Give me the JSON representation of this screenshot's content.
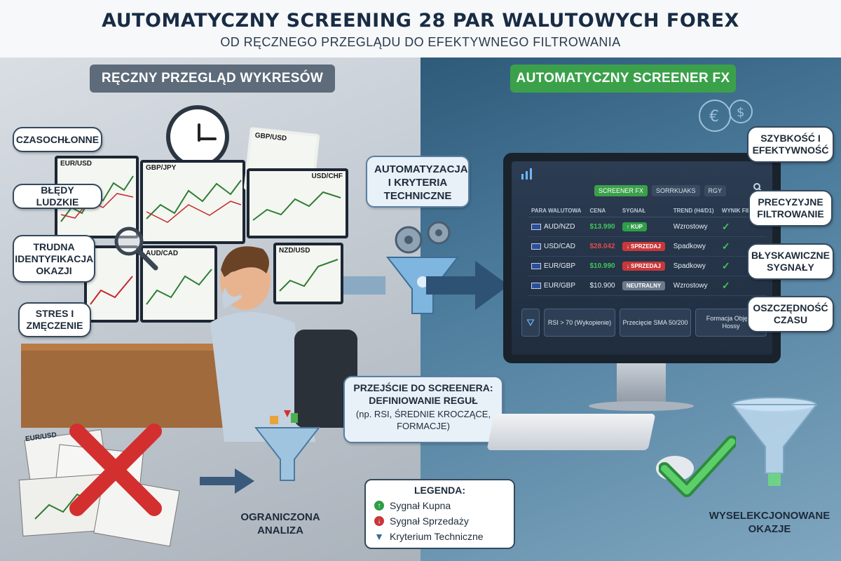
{
  "header": {
    "title": "AUTOMATYCZNY SCREENING 28 PAR WALUTOWYCH FOREX",
    "subtitle": "OD RĘCZNEGO PRZEGLĄDU DO EFEKTYWNEGO FILTROWANIA"
  },
  "left": {
    "title": "RĘCZNY PRZEGLĄD WYKRESÓW",
    "problems": [
      "CZASOCHŁONNE",
      "BŁĘDY LUDZKIE",
      "TRUDNA IDENTYFIKACJA OKAZJI",
      "STRES I ZMĘCZENIE"
    ],
    "monitors": [
      "EUR/USD",
      "GBP/JPY",
      "GBP/USD",
      "USD/CHF",
      "AUD/CAD",
      "NZD/USD"
    ],
    "paper_label": "EUR/USD",
    "bottom": "OGRANICZONA ANALIZA"
  },
  "center": {
    "automation": "AUTOMATYZACJA I KRYTERIA TECHNICZNE",
    "transition_title": "PRZEJŚCIE DO SCREENERA: DEFINIOWANIE REGUŁ",
    "transition_sub": "(np. RSI, ŚREDNIE KROCZĄCE, FORMACJE)"
  },
  "right": {
    "title": "AUTOMATYCZNY SCREENER FX",
    "benefits": [
      "SZYBKOŚĆ I EFEKTYWNOŚĆ",
      "PRECYZYJNE FILTROWANIE",
      "BŁYSKAWICZNE SYGNAŁY",
      "OSZCZĘDNOŚĆ CZASU"
    ],
    "bottom": "WYSELEKCJONOWANE OKAZJE",
    "screener": {
      "tabs": [
        "SCREENER FX",
        "SORRKUAKS",
        "RGY"
      ],
      "columns": [
        "PARA WALUTOWA",
        "CENA",
        "SYGNAŁ",
        "TREND (H4/D1)",
        "WYNIK FILTRA"
      ],
      "rows": [
        {
          "pair": "AUD/NZD",
          "price": "$13.990",
          "signal": "KUP",
          "trend": "Wzrostowy",
          "kind": "up"
        },
        {
          "pair": "USD/CAD",
          "price": "$28.042",
          "signal": "SPRZEDAJ",
          "trend": "Spadkowy",
          "kind": "dn"
        },
        {
          "pair": "EUR/GBP",
          "price": "$10.990",
          "signal": "SPRZEDAJ",
          "trend": "Spadkowy",
          "kind": "dn"
        },
        {
          "pair": "EUR/GBP",
          "price": "$10.900",
          "signal": "NEUTRALNY",
          "trend": "Wzrostowy",
          "kind": "nt"
        }
      ],
      "filters": [
        "RSI > 70 (Wykopienie)",
        "Przecięcie SMA 50/200",
        "Formacja Objęcia Hossy"
      ]
    }
  },
  "legend": {
    "title": "LEGENDA:",
    "items": [
      "Sygnał Kupna",
      "Sygnał Sprzedaży",
      "Kryterium Techniczne"
    ]
  },
  "colors": {
    "buy": "#2f9e47",
    "sell": "#c9373a",
    "neutral": "#6c7a8b",
    "accent_green": "#3aa14a"
  }
}
